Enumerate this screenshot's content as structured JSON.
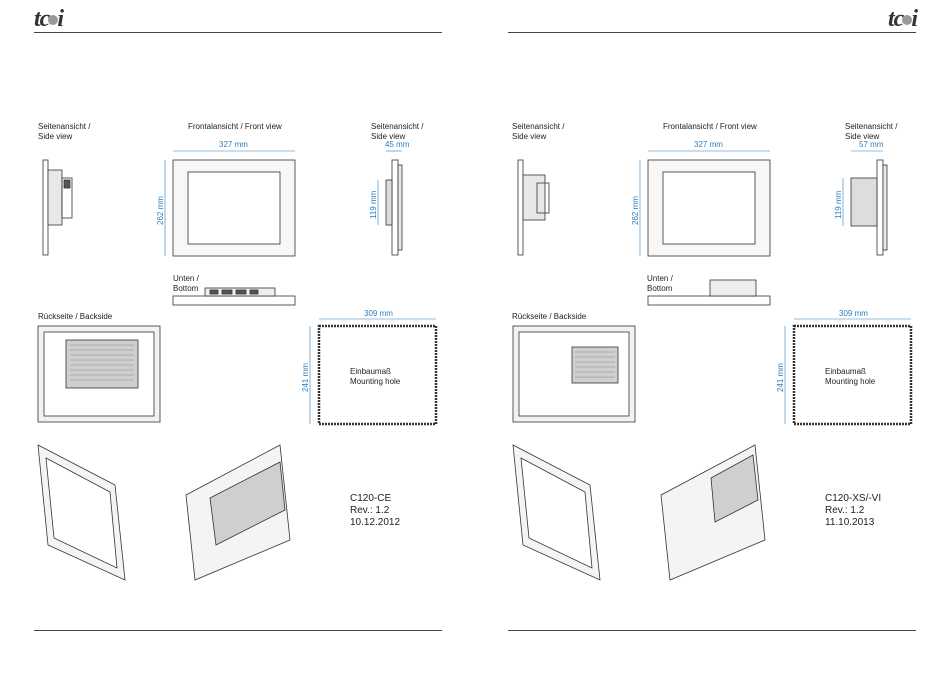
{
  "logo": "tci",
  "labels": {
    "side_view": [
      "Seitenansicht /",
      "Side view"
    ],
    "front_view": "Frontalansicht / Front view",
    "bottom": [
      "Unten /",
      "Bottom"
    ],
    "backside": "Rückseite / Backside",
    "mounting_hole": [
      "Einbaumaß",
      "Mounting hole"
    ]
  },
  "pages": [
    {
      "width_mm": "327 mm",
      "height_mm": "262 mm",
      "depth_mm": "45 mm",
      "side_height_mm": "119 mm",
      "cut_width_mm": "309 mm",
      "cut_height_mm": "241 mm",
      "model": "C120-CE",
      "revision": "Rev.: 1.2",
      "date": "10.12.2012"
    },
    {
      "width_mm": "327 mm",
      "height_mm": "262 mm",
      "depth_mm": "57 mm",
      "side_height_mm": "119 mm",
      "cut_width_mm": "309 mm",
      "cut_height_mm": "241 mm",
      "model": "C120-XS/-VI",
      "revision": "Rev.: 1.2",
      "date": "11.10.2013"
    }
  ]
}
